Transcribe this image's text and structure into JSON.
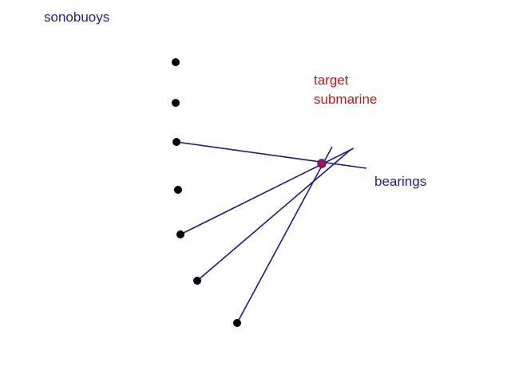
{
  "labels": {
    "sonobuoys": "sonobuoys",
    "target_line1": "target",
    "target_line2": "submarine",
    "bearings": "bearings"
  },
  "colors": {
    "buoy": "#000000",
    "bearing_line": "#1a1a8c",
    "sonobuoys_text": "#1f1f8f",
    "target_text": "#c01818",
    "bearings_text": "#1f1f8f",
    "target_fill": "#b0103a",
    "target_stroke": "#4a1aa0"
  },
  "sonobuoy_count": 7,
  "bearing_count": 4
}
